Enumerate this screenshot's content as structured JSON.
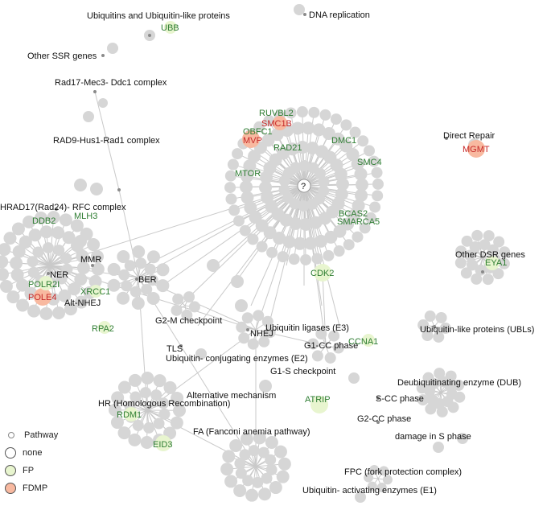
{
  "colors": {
    "none": "#ffffff",
    "fp": "#e8f5cf",
    "fdmp": "#f8b9a0",
    "pathway": "#bdbdbd",
    "node_gray": "#d6d6d6",
    "edge": "#c9c9c9"
  },
  "labels": {
    "ubiquitins": "Ubiquitins and Ubiquitin-like proteins",
    "ubb": "UBB",
    "dna_replication": "DNA replication",
    "other_ssr": "Other SSR genes",
    "rad17": "Rad17-Mec3- Ddc1 complex",
    "rad9": "RAD9-Hus1-Rad1 complex",
    "hrad17": "HRAD17(Rad24)- RFC complex",
    "ddb2": "DDB2",
    "mlh3": "MLH3",
    "mmr": "MMR",
    "ner": "NER",
    "ber": "BER",
    "polr2i": "POLR2I",
    "xrcc1": "XRCC1",
    "pole4": "POLE4",
    "alt_nhej": "Alt-NHEJ",
    "rpa2": "RPA2",
    "ruvbl2": "RUVBL2",
    "smc1b": "SMC1B",
    "obfc1": "OBFC1",
    "mvp": "MVP",
    "rad21": "RAD21",
    "dmc1": "DMC1",
    "smc4": "SMC4",
    "mtor": "MTOR",
    "question": "?",
    "bcas2": "BCAS2",
    "smarca5": "SMARCA5",
    "cdk2": "CDK2",
    "direct_repair": "Direct Repair",
    "mgmt": "MGMT",
    "other_dsr": "Other DSR genes",
    "eya1": "EYA1",
    "g2m": "G2-M checkpoint",
    "nhej": "NHEJ",
    "ubiq_ligases": "Ubiquitin ligases (E3)",
    "tls": "TLS",
    "g1cc": "G1-CC phase",
    "ccna1": "CCNA1",
    "ubiq_conj": "Ubiquitin- conjugating enzymes (E2)",
    "g1s": "G1-S checkpoint",
    "ubls": "Ubiquitin-like proteins (UBLs)",
    "dub": "Deubiquitinating enzyme (DUB)",
    "alt_mech": "Alternative mechanism",
    "hr": "HR (Homologous Recombination)",
    "atrip": "ATRIP",
    "scc": "S-CC phase",
    "rdm1": "RDM1",
    "g2cc": "G2-CC phase",
    "fa": "FA (Fanconi anemia pathway)",
    "eid3": "EID3",
    "damage_s": "damage in S phase",
    "fpc": "FPC (fork protection complex)",
    "ubiq_act": "Ubiquitin- activating enzymes (E1)"
  },
  "legend": [
    {
      "label": "Pathway",
      "kind": "pathway"
    },
    {
      "label": "none",
      "kind": "none"
    },
    {
      "label": "FP",
      "kind": "fp"
    },
    {
      "label": "FDMP",
      "kind": "fdmp"
    }
  ]
}
